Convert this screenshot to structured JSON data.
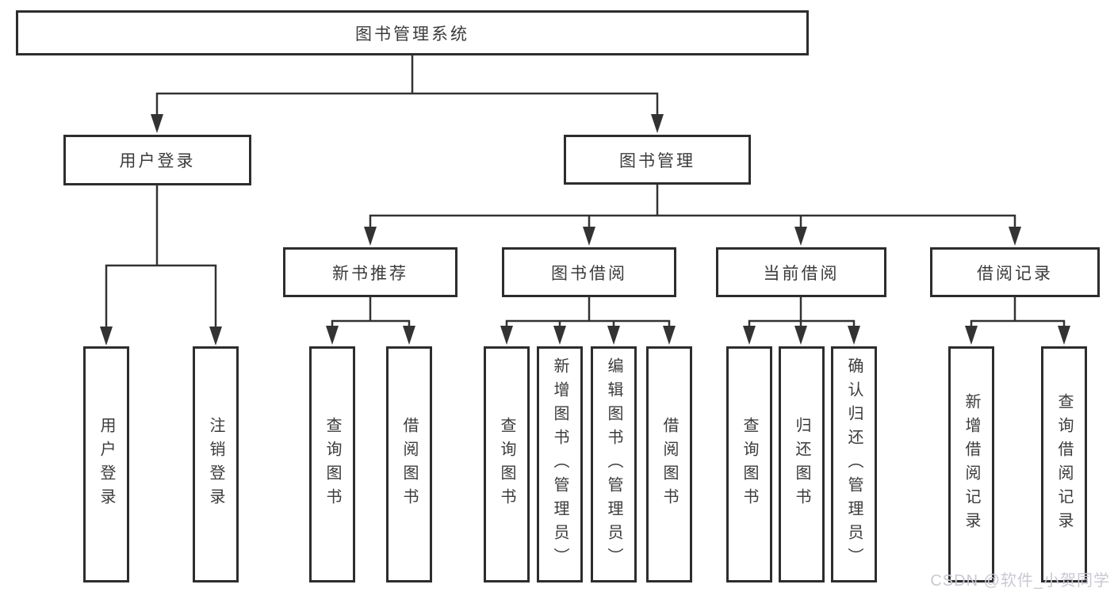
{
  "diagram": {
    "root": {
      "label": "图书管理系统",
      "children": [
        {
          "label": "用户登录",
          "children": [
            {
              "label": "用户登录"
            },
            {
              "label": "注销登录"
            }
          ]
        },
        {
          "label": "图书管理",
          "children": [
            {
              "label": "新书推荐",
              "children": [
                {
                  "label": "查询图书"
                },
                {
                  "label": "借阅图书"
                }
              ]
            },
            {
              "label": "图书借阅",
              "children": [
                {
                  "label": "查询图书"
                },
                {
                  "label": "新增图书（管理员）"
                },
                {
                  "label": "编辑图书（管理员）"
                },
                {
                  "label": "借阅图书"
                }
              ]
            },
            {
              "label": "当前借阅",
              "children": [
                {
                  "label": "查询图书"
                },
                {
                  "label": "归还图书"
                },
                {
                  "label": "确认归还（管理员）"
                }
              ]
            },
            {
              "label": "借阅记录",
              "children": [
                {
                  "label": "新增借阅记录"
                },
                {
                  "label": "查询借阅记录"
                }
              ]
            }
          ]
        }
      ]
    }
  },
  "watermark": {
    "text": "CSDN @软件_小贺同学"
  },
  "colors": {
    "line": "#333333",
    "border": "#2d2d2d",
    "text": "#3b3b3b",
    "watermark": "#c9c9d3",
    "background": "#ffffff"
  }
}
